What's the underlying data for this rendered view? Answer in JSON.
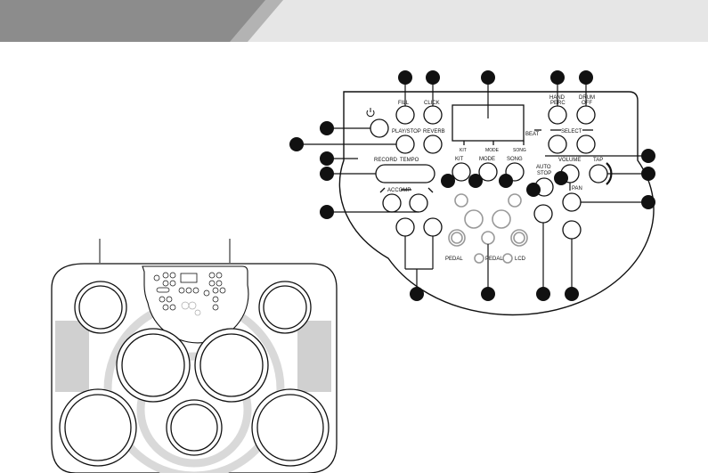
{
  "panel_labels": {
    "fill": "FILL",
    "click": "CLICK",
    "hand_perc": [
      "HAND",
      "PERC"
    ],
    "drum_off": [
      "DRUM",
      "OFF"
    ],
    "play_stop": "PLAY/STOP",
    "reverb": "REVERB",
    "beat": "BEAT",
    "kit": "KIT",
    "mode": "MODE",
    "song": "SONG",
    "select": "SELECT",
    "volume": "VOLUME",
    "tap": "TAP",
    "record": "RECORD",
    "tempo": "TEMPO",
    "accomp": "ACCOMP",
    "auto_stop": [
      "AUTO",
      "STOP"
    ],
    "pan": "PAN",
    "pedal1": "PEDAL",
    "pedal2": "PEDAL",
    "lcd": "LCD",
    "kit_under": "KIT",
    "mode_under": "MODE",
    "song_under": "SONG"
  },
  "colors": {
    "header_dark": "#8c8c8c",
    "header_light": "#e6e6e6",
    "ink": "#111111",
    "pad_ring": "#d9d9d9"
  }
}
